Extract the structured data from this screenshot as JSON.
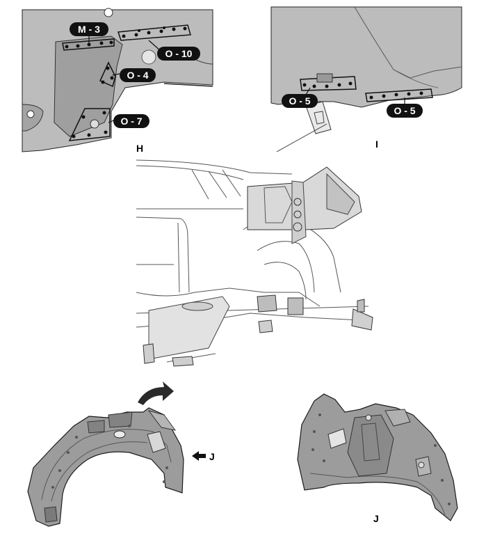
{
  "callouts": {
    "m3": "M - 3",
    "o10": "O - 10",
    "o4": "O - 4",
    "o7": "O - 7",
    "o5_left": "O - 5",
    "o5_right": "O - 5"
  },
  "views": {
    "h": "H",
    "i": "I",
    "j_arrow": "J",
    "j_bottom": "J"
  },
  "colors": {
    "panel_gray": "#b9b9b9",
    "panel_dark": "#8e8e8e",
    "part_gray": "#9a9a9a",
    "part_dark": "#6f6f6f",
    "line": "#1a1a1a",
    "label_bg": "#111111"
  }
}
